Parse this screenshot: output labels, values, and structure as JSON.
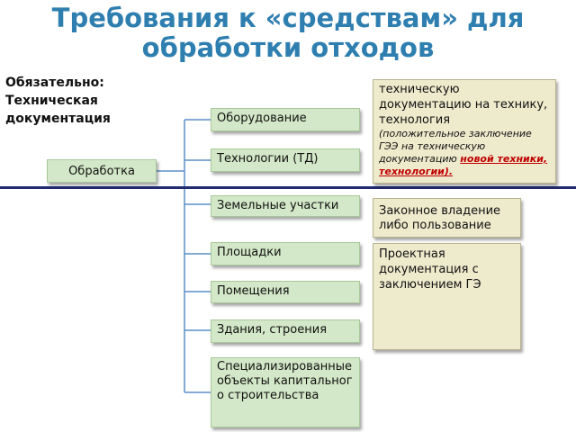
{
  "title": {
    "line1": "Требования к «средствам» для",
    "line2": "обработки отходов"
  },
  "note": {
    "line1": "Обязательно:",
    "line2": "Техническая",
    "line3": "документация"
  },
  "root": {
    "label": "Обработка"
  },
  "items": [
    "Оборудование",
    "Технологии (ТД)",
    "Земельные участки",
    "Площадки",
    "Помещения",
    "Здания, строения",
    "Специализированные объекты капитального строительства"
  ],
  "info_boxes": {
    "tech_doc": {
      "line1": "техническую документацию на технику, технология",
      "italic_a": "(положительное заключение ГЭЭ на техническую документацию",
      "italic_red": "новой техники, технологии).",
      "overlap_text": "Законное владение"
    },
    "land": {
      "text": "либо пользование"
    },
    "project": {
      "text": "Проектная документация с заключением ГЭ"
    }
  },
  "colors": {
    "title": "#2e7fb0",
    "box_fill": "#d3e8c8",
    "tan_fill": "#eeeacc",
    "divider": "#1f2b6e",
    "connector": "#5b8fc9",
    "accent_red": "#c00000"
  }
}
